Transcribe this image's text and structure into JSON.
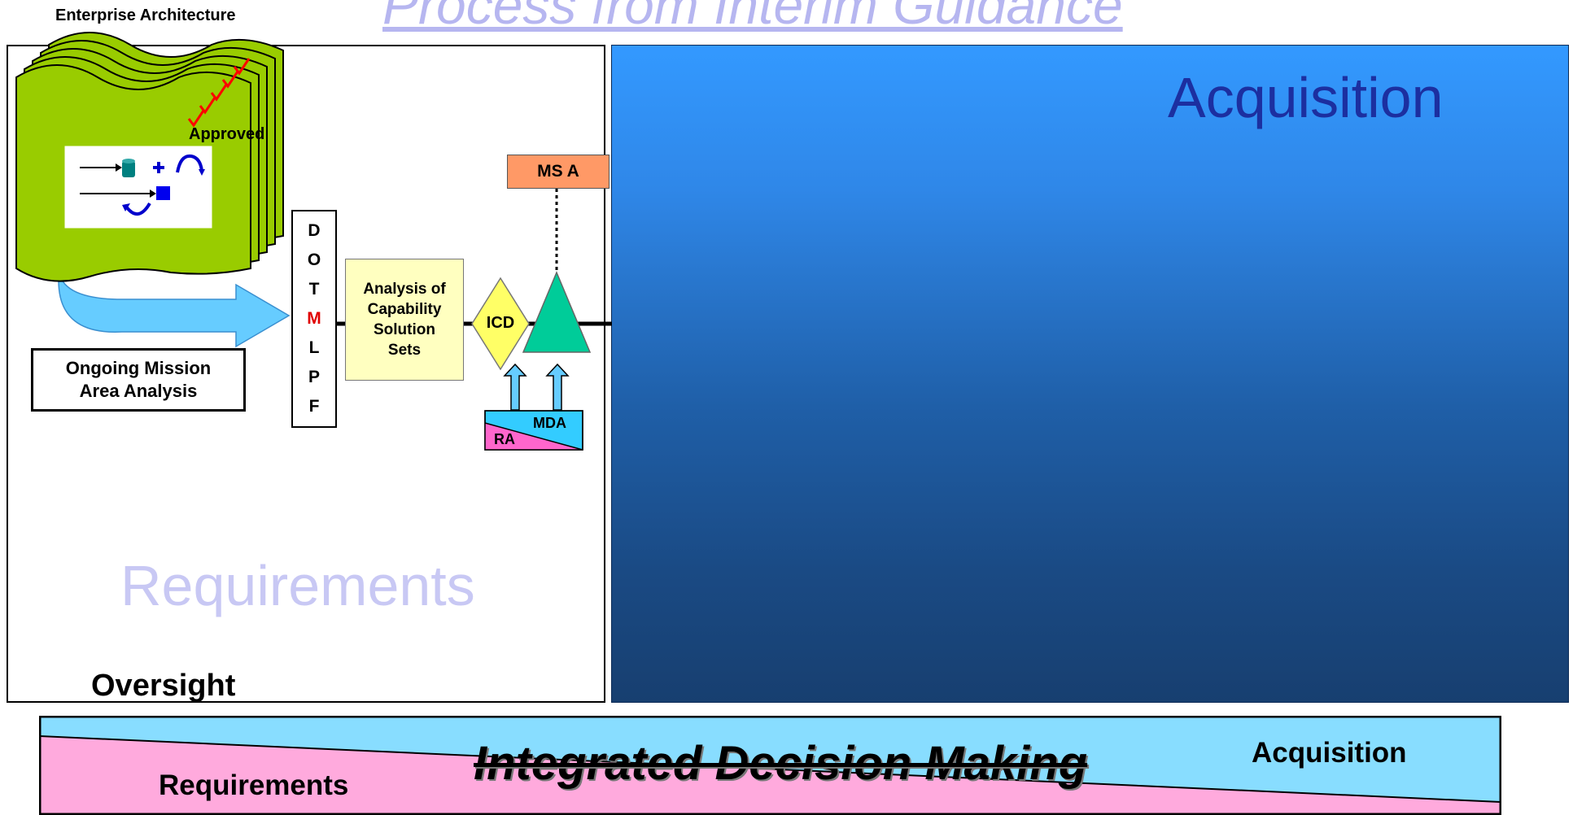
{
  "header": {
    "title": "Process from Interim Guidance",
    "ea_label": "Enterprise Architecture"
  },
  "architecture": {
    "approved_label": "Approved"
  },
  "requirements_panel": {
    "title": "Requirements",
    "ongoing_analysis": "Ongoing Mission Area Analysis",
    "dotmlpf": [
      "D",
      "O",
      "T",
      "M",
      "L",
      "P",
      "F"
    ],
    "dotmlpf_highlight": "M",
    "analysis_box": "Analysis of Capability Solution Sets",
    "icd_label": "ICD",
    "ra_label": "RA",
    "mda_label": "MDA",
    "milestone": "MS A"
  },
  "acquisition_panel": {
    "title": "Acquisition"
  },
  "oversight_label": "Oversight",
  "bottom_band": {
    "title": "Integrated Decision Making",
    "left_label": "Requirements",
    "right_label": "Acquisition"
  },
  "colors": {
    "architecture_green": "#99cc00",
    "arrow_blue": "#66ccff",
    "acquisition_blue": "#3399ff",
    "msa_orange": "#ff9966",
    "icd_yellow": "#ffff66",
    "triangle_green": "#00cc99",
    "ra_pink": "#ff66cc",
    "mda_cyan": "#33ccff",
    "band_pink": "#ffaadd",
    "band_cyan": "#88ddff"
  }
}
